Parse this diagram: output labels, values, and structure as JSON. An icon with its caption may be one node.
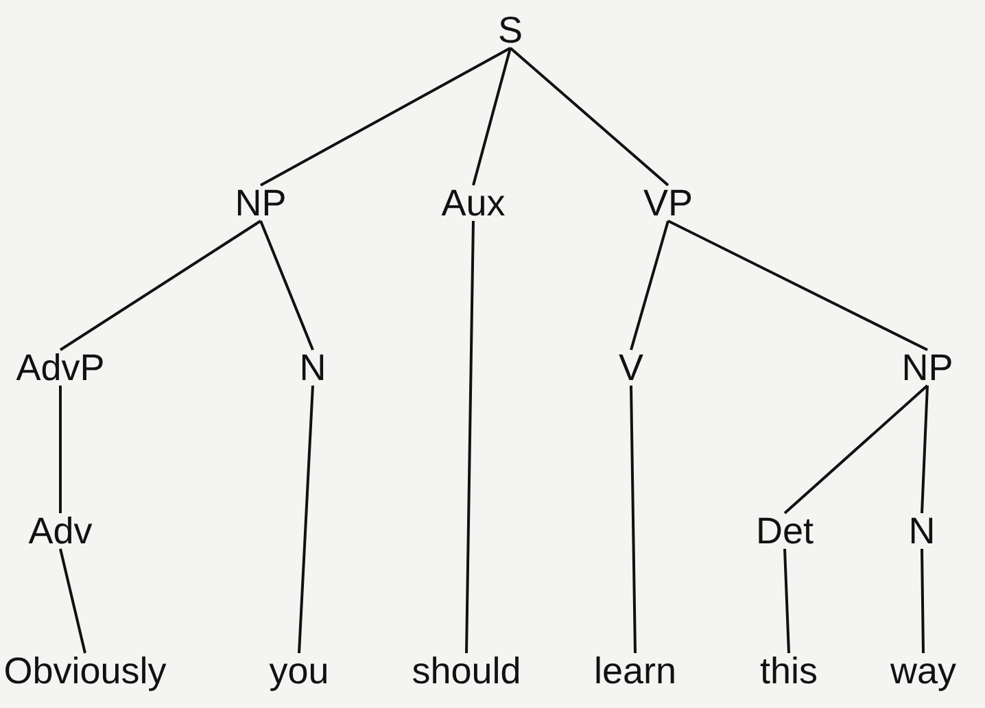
{
  "diagram": {
    "nodes": [
      {
        "text": [
          "S"
        ]
      },
      {
        "text": [
          "NP"
        ]
      },
      {
        "text": [
          "Aux"
        ]
      },
      {
        "text": [
          "VP"
        ]
      },
      {
        "text": [
          "AdvP"
        ]
      },
      {
        "text": [
          "N"
        ]
      },
      {
        "text": [
          "V"
        ]
      },
      {
        "text": [
          "NP"
        ]
      },
      {
        "text": [
          "Adv"
        ]
      },
      {
        "text": [
          "Det"
        ]
      },
      {
        "text": [
          "N"
        ]
      },
      {
        "text": [
          "Obviously"
        ]
      },
      {
        "text": [
          "you"
        ]
      },
      {
        "text": [
          "should"
        ]
      },
      {
        "text": [
          "learn"
        ]
      },
      {
        "text": [
          "this"
        ]
      },
      {
        "text": [
          "way"
        ]
      }
    ],
    "edges": [
      {
        "from": 0,
        "to": 1,
        "arrow": "none"
      },
      {
        "from": 0,
        "to": 2,
        "arrow": "none"
      },
      {
        "from": 0,
        "to": 3,
        "arrow": "none"
      },
      {
        "from": 1,
        "to": 4,
        "arrow": "none"
      },
      {
        "from": 1,
        "to": 5,
        "arrow": "none"
      },
      {
        "from": 3,
        "to": 6,
        "arrow": "none"
      },
      {
        "from": 3,
        "to": 7,
        "arrow": "none"
      },
      {
        "from": 4,
        "to": 8,
        "arrow": "none"
      },
      {
        "from": 7,
        "to": 9,
        "arrow": "none"
      },
      {
        "from": 7,
        "to": 10,
        "arrow": "none"
      },
      {
        "from": 8,
        "to": 11,
        "arrow": "none"
      },
      {
        "from": 5,
        "to": 12,
        "arrow": "none"
      },
      {
        "from": 2,
        "to": 13,
        "arrow": "none"
      },
      {
        "from": 6,
        "to": 14,
        "arrow": "none"
      },
      {
        "from": 9,
        "to": 15,
        "arrow": "none"
      },
      {
        "from": 10,
        "to": 16,
        "arrow": "none"
      }
    ]
  }
}
